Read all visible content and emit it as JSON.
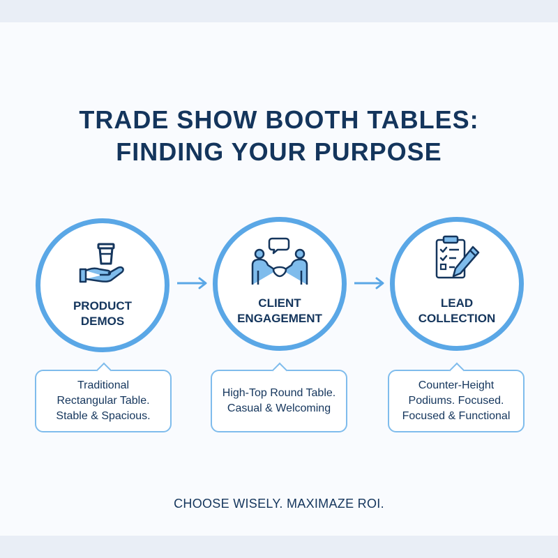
{
  "title": {
    "line1": "TRADE SHOW BOOTH TABLES:",
    "line2": "FINDING YOUR PURPOSE"
  },
  "colors": {
    "navy": "#14355c",
    "accent_blue": "#5aa7e6",
    "light_blue": "#7fbcec",
    "background": "#f9fbfe"
  },
  "stages": [
    {
      "icon": "hand-holding-cup-icon",
      "label_line1": "PRODUCT",
      "label_line2": "DEMOS",
      "desc_line1": "Traditional",
      "desc_line2": "Rectangular Table.",
      "desc_line3": "Stable & Spacious."
    },
    {
      "icon": "handshake-chat-icon",
      "label_line1": "CLIENT",
      "label_line2": "ENGAGEMENT",
      "desc_line1": "High-Top Round Table.",
      "desc_line2": "Casual & Welcoming"
    },
    {
      "icon": "clipboard-checklist-pencil-icon",
      "label_line1": "LEAD",
      "label_line2": "COLLECTION",
      "desc_line1": "Counter-Height",
      "desc_line2": "Podiums. Focused.",
      "desc_line3": "Focused & Functional"
    }
  ],
  "footer": "CHOOSE WISELY. MAXIMAZE ROI."
}
